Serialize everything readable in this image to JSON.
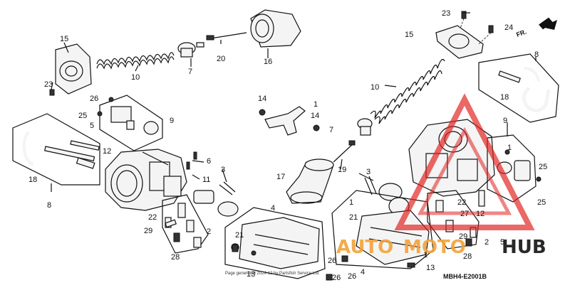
{
  "diagram_code": "MBH4-E2001B",
  "direction_label": "FR.",
  "watermark": {
    "part1": "AUTO",
    "part2": "MOTO",
    "part3": "HUB",
    "color_red": "#e0201e",
    "color_orange": "#f2a23a"
  },
  "footer_text": "Page generated 2024-12 by Partsfish Service Ltd.",
  "callouts": {
    "c1a": "15",
    "c1b": "23",
    "c1c": "10",
    "c1d": "20",
    "c1e": "16",
    "c1f": "7",
    "c1g": "26",
    "c1h": "25",
    "c1i": "9",
    "c1j": "5",
    "c1k": "12",
    "c1l": "18",
    "c1m": "8",
    "c1n": "6",
    "c1o": "11",
    "c1p": "3",
    "c1q": "22",
    "c1r": "29",
    "c1s": "28",
    "c1t": "2",
    "c1u": "4",
    "c1v": "21",
    "c1w": "13",
    "c1x": "26",
    "c2a": "23",
    "c2b": "15",
    "c2c": "24",
    "c2d": "8",
    "c2e": "10",
    "c2f": "18",
    "c2g": "14",
    "c2h": "1",
    "c2i": "14",
    "c2j": "7",
    "c2k": "19",
    "c2l": "17",
    "c2m": "3",
    "c2n": "1",
    "c2o": "21",
    "c2p": "9",
    "c2q": "1",
    "c2r": "25",
    "c2s": "22",
    "c2t": "27",
    "c2u": "12",
    "c2v": "25",
    "c2w": "29",
    "c2x": "5",
    "c2y": "2",
    "c2z": "28",
    "c3a": "1",
    "c3b": "13",
    "c3c": "26",
    "c3d": "4",
    "c3e": "26"
  }
}
